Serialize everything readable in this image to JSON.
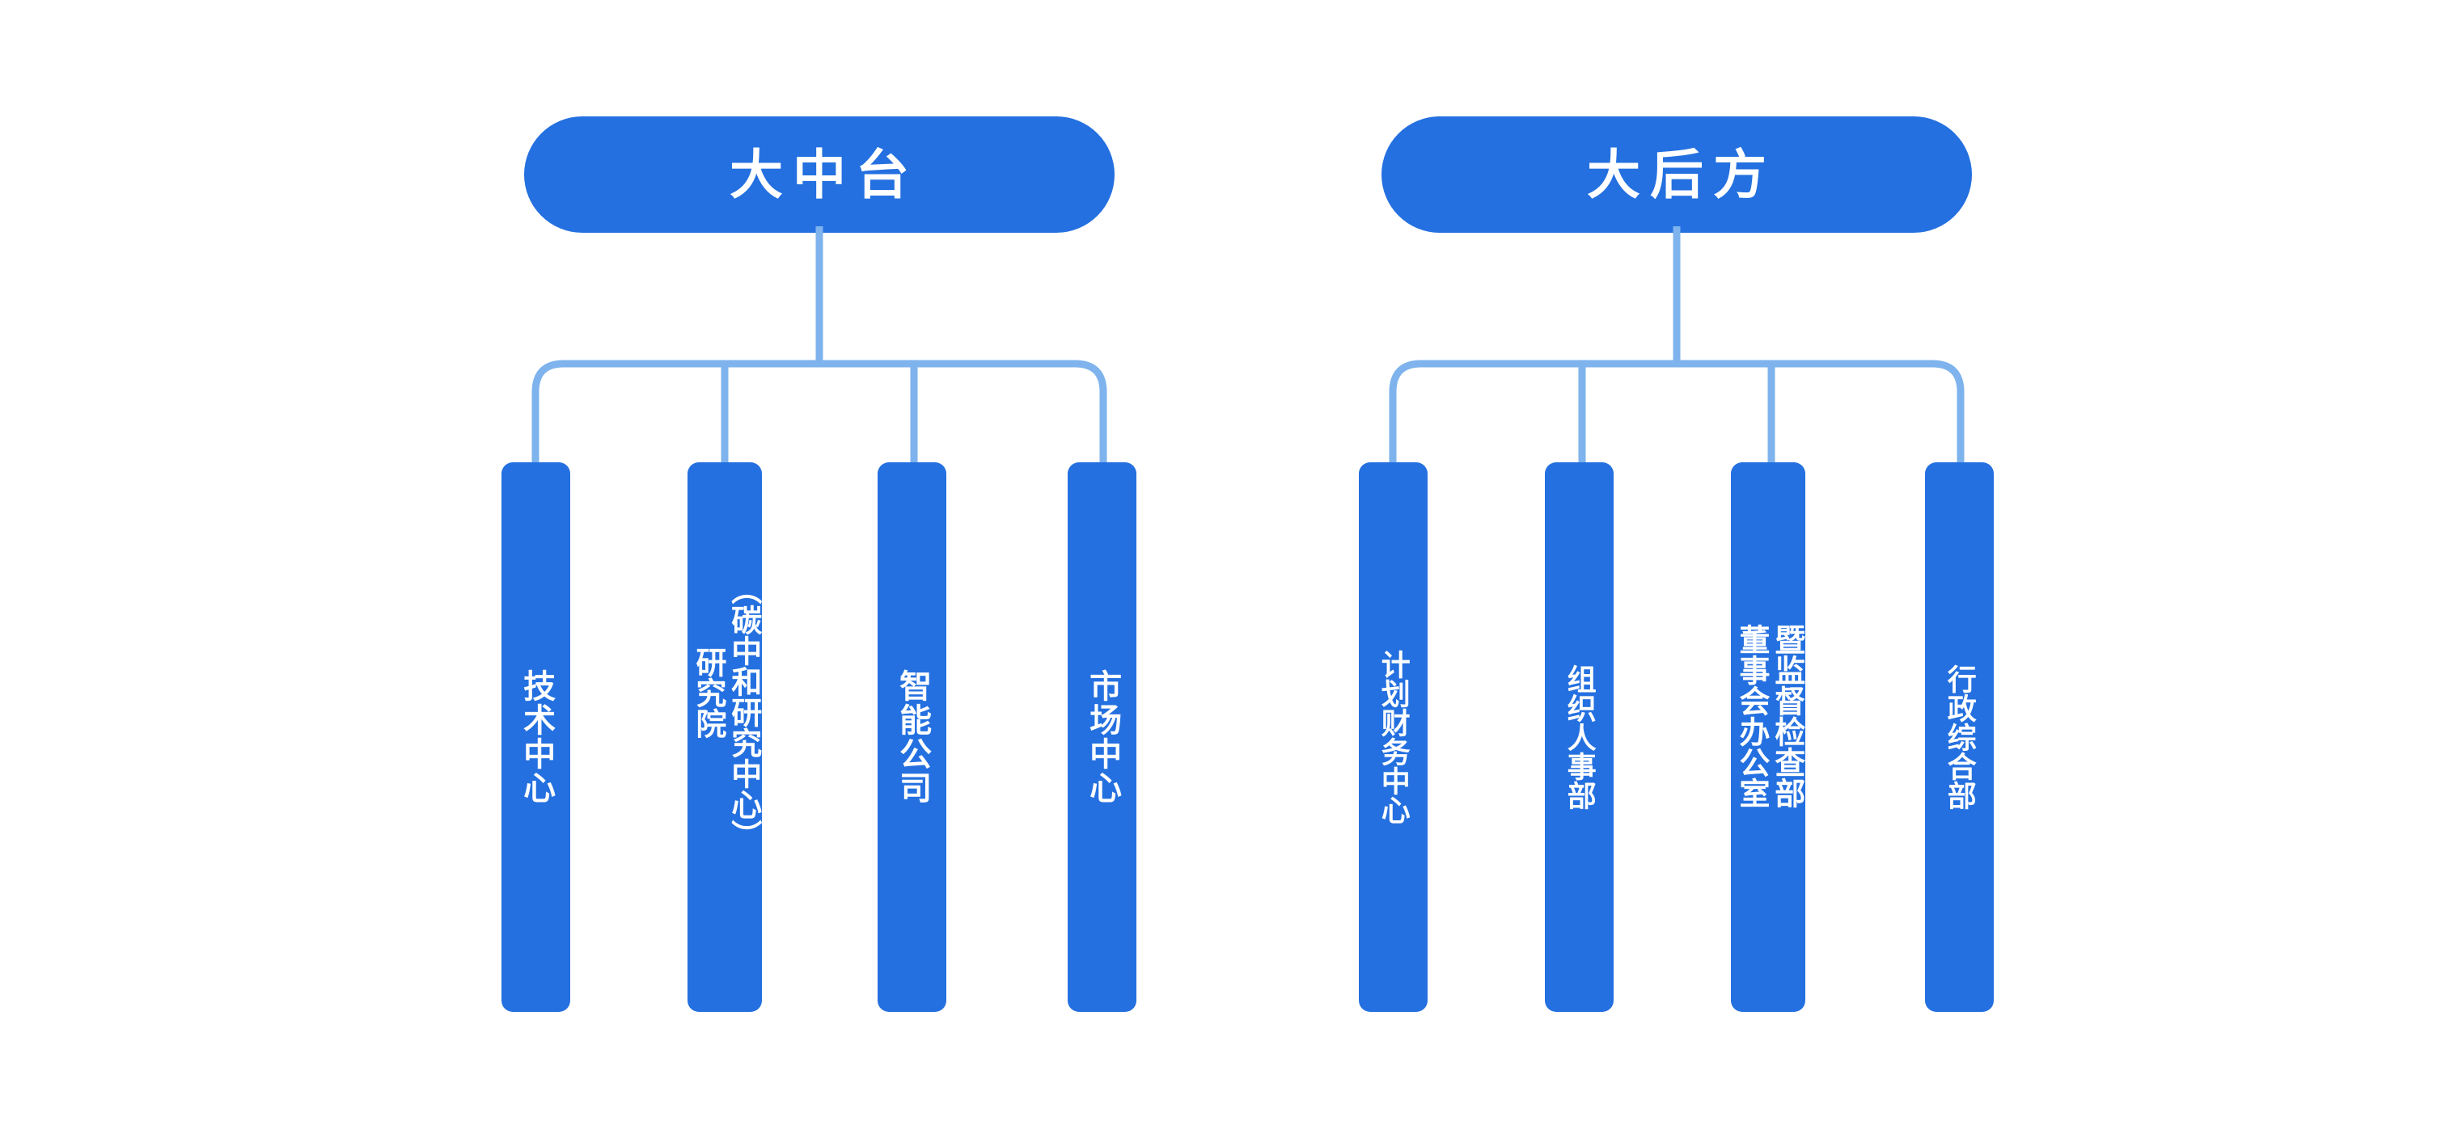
{
  "diagram": {
    "title_semantic": "organization-structure-chart",
    "background_color": "#ffffff",
    "node_color": "#2470E0",
    "connector_color": "#7EB3ED",
    "text_color": "#ffffff",
    "text_orientation": "vertical-rl"
  },
  "groups": [
    {
      "id": "mid-platform",
      "header": "大中台",
      "children": [
        {
          "id": "tech-center",
          "label": "技术中心",
          "columns": [
            "技术中心"
          ]
        },
        {
          "id": "research-inst",
          "label": "研究院（碳中和研究中心）",
          "columns": [
            "（碳中和研究中心）",
            "研究院"
          ]
        },
        {
          "id": "smart-company",
          "label": "智能公司",
          "columns": [
            "智能公司"
          ]
        },
        {
          "id": "market-center",
          "label": "市场中心",
          "columns": [
            "市场中心"
          ]
        }
      ]
    },
    {
      "id": "rear-base",
      "header": "大后方",
      "children": [
        {
          "id": "plan-finance-center",
          "label": "计划财务中心",
          "columns": [
            "计划财务中心"
          ]
        },
        {
          "id": "org-personnel-dept",
          "label": "组织人事部",
          "columns": [
            "组织人事部"
          ]
        },
        {
          "id": "board-office-supervision",
          "label": "董事会办公室暨监督检查部",
          "columns": [
            "暨监督检查部",
            "董事会办公室"
          ]
        },
        {
          "id": "admin-general-dept",
          "label": "行政综合部",
          "columns": [
            "行政综合部"
          ]
        }
      ]
    }
  ]
}
